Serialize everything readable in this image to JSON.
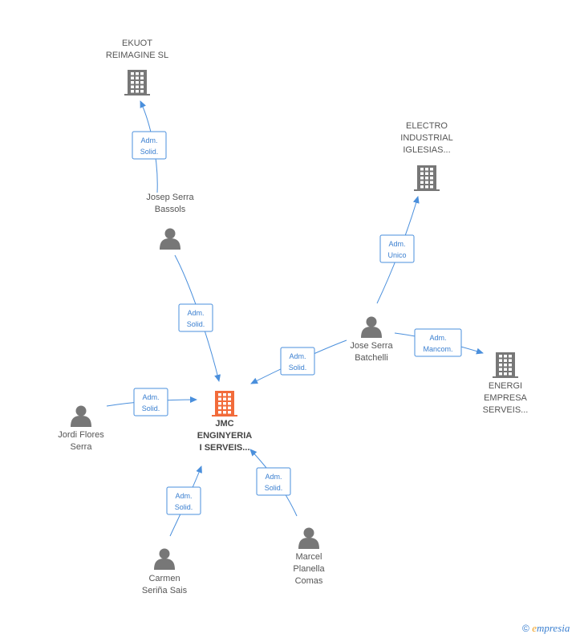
{
  "colors": {
    "company": "#777777",
    "main_company": "#f26b3a",
    "person": "#777777",
    "edge": "#4a8fdc"
  },
  "nodes": [
    {
      "id": "ekuot",
      "kind": "company",
      "lines": [
        "EKUOT",
        "REIMAGINE SL"
      ]
    },
    {
      "id": "electro",
      "kind": "company",
      "lines": [
        "ELECTRO",
        "INDUSTRIAL",
        "IGLESIAS..."
      ]
    },
    {
      "id": "energi",
      "kind": "company",
      "lines": [
        "ENERGI",
        "EMPRESA",
        "SERVEIS..."
      ]
    },
    {
      "id": "jmc",
      "kind": "main",
      "lines": [
        "JMC",
        "ENGINYERIA",
        "I SERVEIS..."
      ]
    },
    {
      "id": "josep",
      "kind": "person",
      "lines": [
        "Josep Serra",
        "Bassols"
      ]
    },
    {
      "id": "jose",
      "kind": "person",
      "lines": [
        "Jose Serra",
        "Batchelli"
      ]
    },
    {
      "id": "jordi",
      "kind": "person",
      "lines": [
        "Jordi Flores",
        "Serra"
      ]
    },
    {
      "id": "carmen",
      "kind": "person",
      "lines": [
        "Carmen",
        "Seriña Sais"
      ]
    },
    {
      "id": "marcel",
      "kind": "person",
      "lines": [
        "Marcel",
        "Planella",
        "Comas"
      ]
    }
  ],
  "edges": [
    {
      "from": "josep",
      "to": "ekuot",
      "label": [
        "Adm.",
        "Solid."
      ]
    },
    {
      "from": "josep",
      "to": "jmc",
      "label": [
        "Adm.",
        "Solid."
      ]
    },
    {
      "from": "jose",
      "to": "electro",
      "label": [
        "Adm.",
        "Unico"
      ]
    },
    {
      "from": "jose",
      "to": "energi",
      "label": [
        "Adm.",
        "Mancom."
      ]
    },
    {
      "from": "jose",
      "to": "jmc",
      "label": [
        "Adm.",
        "Solid."
      ]
    },
    {
      "from": "jordi",
      "to": "jmc",
      "label": [
        "Adm.",
        "Solid."
      ]
    },
    {
      "from": "carmen",
      "to": "jmc",
      "label": [
        "Adm.",
        "Solid."
      ]
    },
    {
      "from": "marcel",
      "to": "jmc",
      "label": [
        "Adm.",
        "Solid."
      ]
    }
  ],
  "footer": {
    "copyright": "©",
    "brand_first": "e",
    "brand_rest": "mpresia"
  }
}
